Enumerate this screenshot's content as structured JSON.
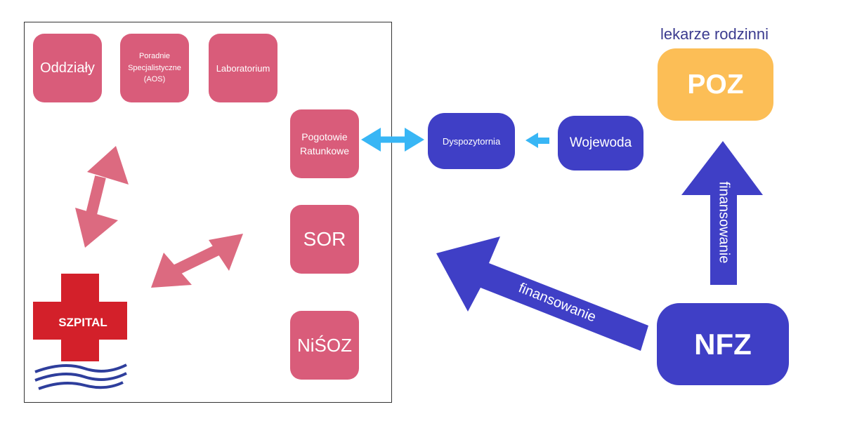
{
  "nodes": {
    "oddzialy": "Oddziały",
    "poradnie": "Poradnie Specjalistyczne (AOS)",
    "laboratorium": "Laboratorium",
    "pogotowie": "Pogotowie Ratunkowe",
    "sor": "SOR",
    "nisoz": "NiŚOZ",
    "szpital": "SZPITAL",
    "dyspozytornia": "Dyspozytornia",
    "wojewoda": "Wojewoda",
    "poz": "POZ",
    "nfz": "NFZ"
  },
  "labels": {
    "lekarze_rodzinni": "lekarze rodzinni",
    "finansowanie_diagonal": "finansowanie",
    "finansowanie_vertical": "finansowanie"
  },
  "colors": {
    "pink": "#d95c7a",
    "arrow_pink": "#dc6a80",
    "blue": "#3f3fc6",
    "light_blue": "#38b6f5",
    "orange": "#fcbe56",
    "red_cross": "#d3202a",
    "wave": "#2e3e9c"
  },
  "icons": {
    "hospital": "red-cross-with-waves"
  }
}
